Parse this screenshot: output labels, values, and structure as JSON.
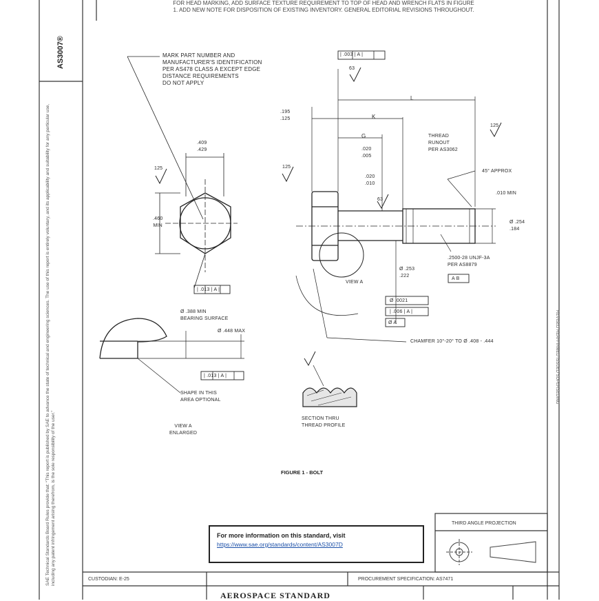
{
  "document": {
    "number": "AS3007®",
    "top_note_line1": "FOR HEAD MARKING, ADD SURFACE TEXTURE REQUIREMENT TO TOP OF HEAD AND WRENCH FLATS IN FIGURE",
    "top_note_line2": "1. ADD NEW NOTE FOR DISPOSITION OF EXISTING INVENTORY. GENERAL EDITORIAL REVISIONS THROUGHOUT.",
    "left_margin_text": "SAE Technical Standards Board Rules provide that: “This report is published by SAE to advance the state of technical and engineering sciences. The use of this report is entirely voluntary, and its applicability and suitability for any particular use, including any patent infringement arising therefrom, is the sole responsibility of the user.”",
    "right_margin_text": "REVISED   REAFFIRMED   ISSUED   SUPERSEDING"
  },
  "drawing": {
    "marking_note": [
      "MARK PART NUMBER AND",
      "MANUFACTURER'S IDENTIFICATION",
      "PER AS478 CLASS A EXCEPT EDGE",
      "DISTANCE REQUIREMENTS",
      "DO NOT APPLY"
    ],
    "head_width": [
      ".409",
      ".429"
    ],
    "head_across": [
      ".460",
      "MIN"
    ],
    "roughness_125": "125",
    "roughness_63": "63",
    "datum_top": "| .003 | A |",
    "dim_L": "L",
    "dim_K": "K",
    "dim_G": "G",
    "dim_head_height": [
      ".195",
      ".125"
    ],
    "dim_grip": [
      ".020",
      ".005"
    ],
    "chamfer_small": [
      ".020",
      ".010"
    ],
    "thread_runout": [
      "THREAD",
      "RUNOUT",
      "PER AS3062"
    ],
    "angle_approx": "45° APPROX",
    "min_010": ".010 MIN",
    "dia_shank": [
      "Ø .254",
      ".184"
    ],
    "thread_spec": [
      ".2500-28 UNJF-3A",
      "PER AS8879"
    ],
    "thread_box": "A  B",
    "dia_body": [
      "Ø .253",
      ".222"
    ],
    "tolerance_1": "Ø .0021",
    "tolerance_2": "| .006 | A |",
    "tolerance_3": "Ø  A",
    "view_a": "VIEW A",
    "chamfer_note": "CHAMFER 10°-20° TO Ø .408 - .444",
    "bearing": [
      "Ø .388 MIN",
      "BEARING SURFACE"
    ],
    "dia_max": "Ø .448 MAX",
    "datum_bottom": "| .013 | A |",
    "shape_note": [
      "SHAPE IN THIS",
      "AREA OPTIONAL"
    ],
    "view_a_enlarged": [
      "VIEW A",
      "ENLARGED"
    ],
    "section_note": [
      "SECTION THRU",
      "THREAD PROFILE"
    ],
    "figure_caption": "FIGURE 1 - BOLT"
  },
  "title_block": {
    "info_title": "For more information on this standard, visit",
    "info_link": "https://www.sae.org/standards/content/AS3007D",
    "projection": "THIRD ANGLE PROJECTION",
    "customer": "CUSTODIAN: E-25",
    "procurement": "PROCUREMENT SPECIFICATION: AS7471",
    "standard": "AEROSPACE STANDARD"
  }
}
